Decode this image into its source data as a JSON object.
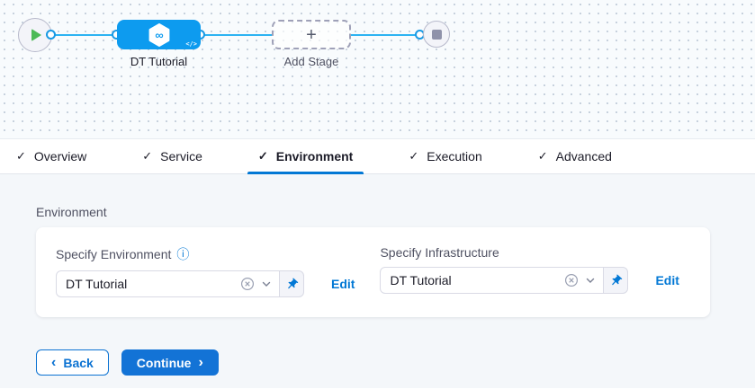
{
  "pipeline": {
    "stage_name": "DT Tutorial",
    "add_stage_label": "Add Stage"
  },
  "tabs": [
    {
      "label": "Overview",
      "checked": true
    },
    {
      "label": "Service",
      "checked": true
    },
    {
      "label": "Environment",
      "checked": true
    },
    {
      "label": "Execution",
      "checked": true
    },
    {
      "label": "Advanced",
      "checked": true
    }
  ],
  "active_tab": "Environment",
  "section": {
    "title": "Environment"
  },
  "fields": [
    {
      "label": "Specify Environment",
      "value": "DT Tutorial",
      "edit_label": "Edit",
      "has_info": true
    },
    {
      "label": "Specify Infrastructure",
      "value": "DT Tutorial",
      "edit_label": "Edit",
      "has_info": false
    }
  ],
  "footer": {
    "back_label": "Back",
    "continue_label": "Continue"
  },
  "icons": {
    "check": "✓",
    "plus": "+",
    "infinity": "∞",
    "code": "</>",
    "info": "ⓘ",
    "back_chevron": "‹",
    "continue_chevron": "›"
  },
  "colors": {
    "accent_blue": "#0278d5",
    "node_blue": "#0d9bef",
    "edge_blue": "#2db3f2",
    "play_green": "#4dba57",
    "content_bg": "#f4f7fa"
  }
}
